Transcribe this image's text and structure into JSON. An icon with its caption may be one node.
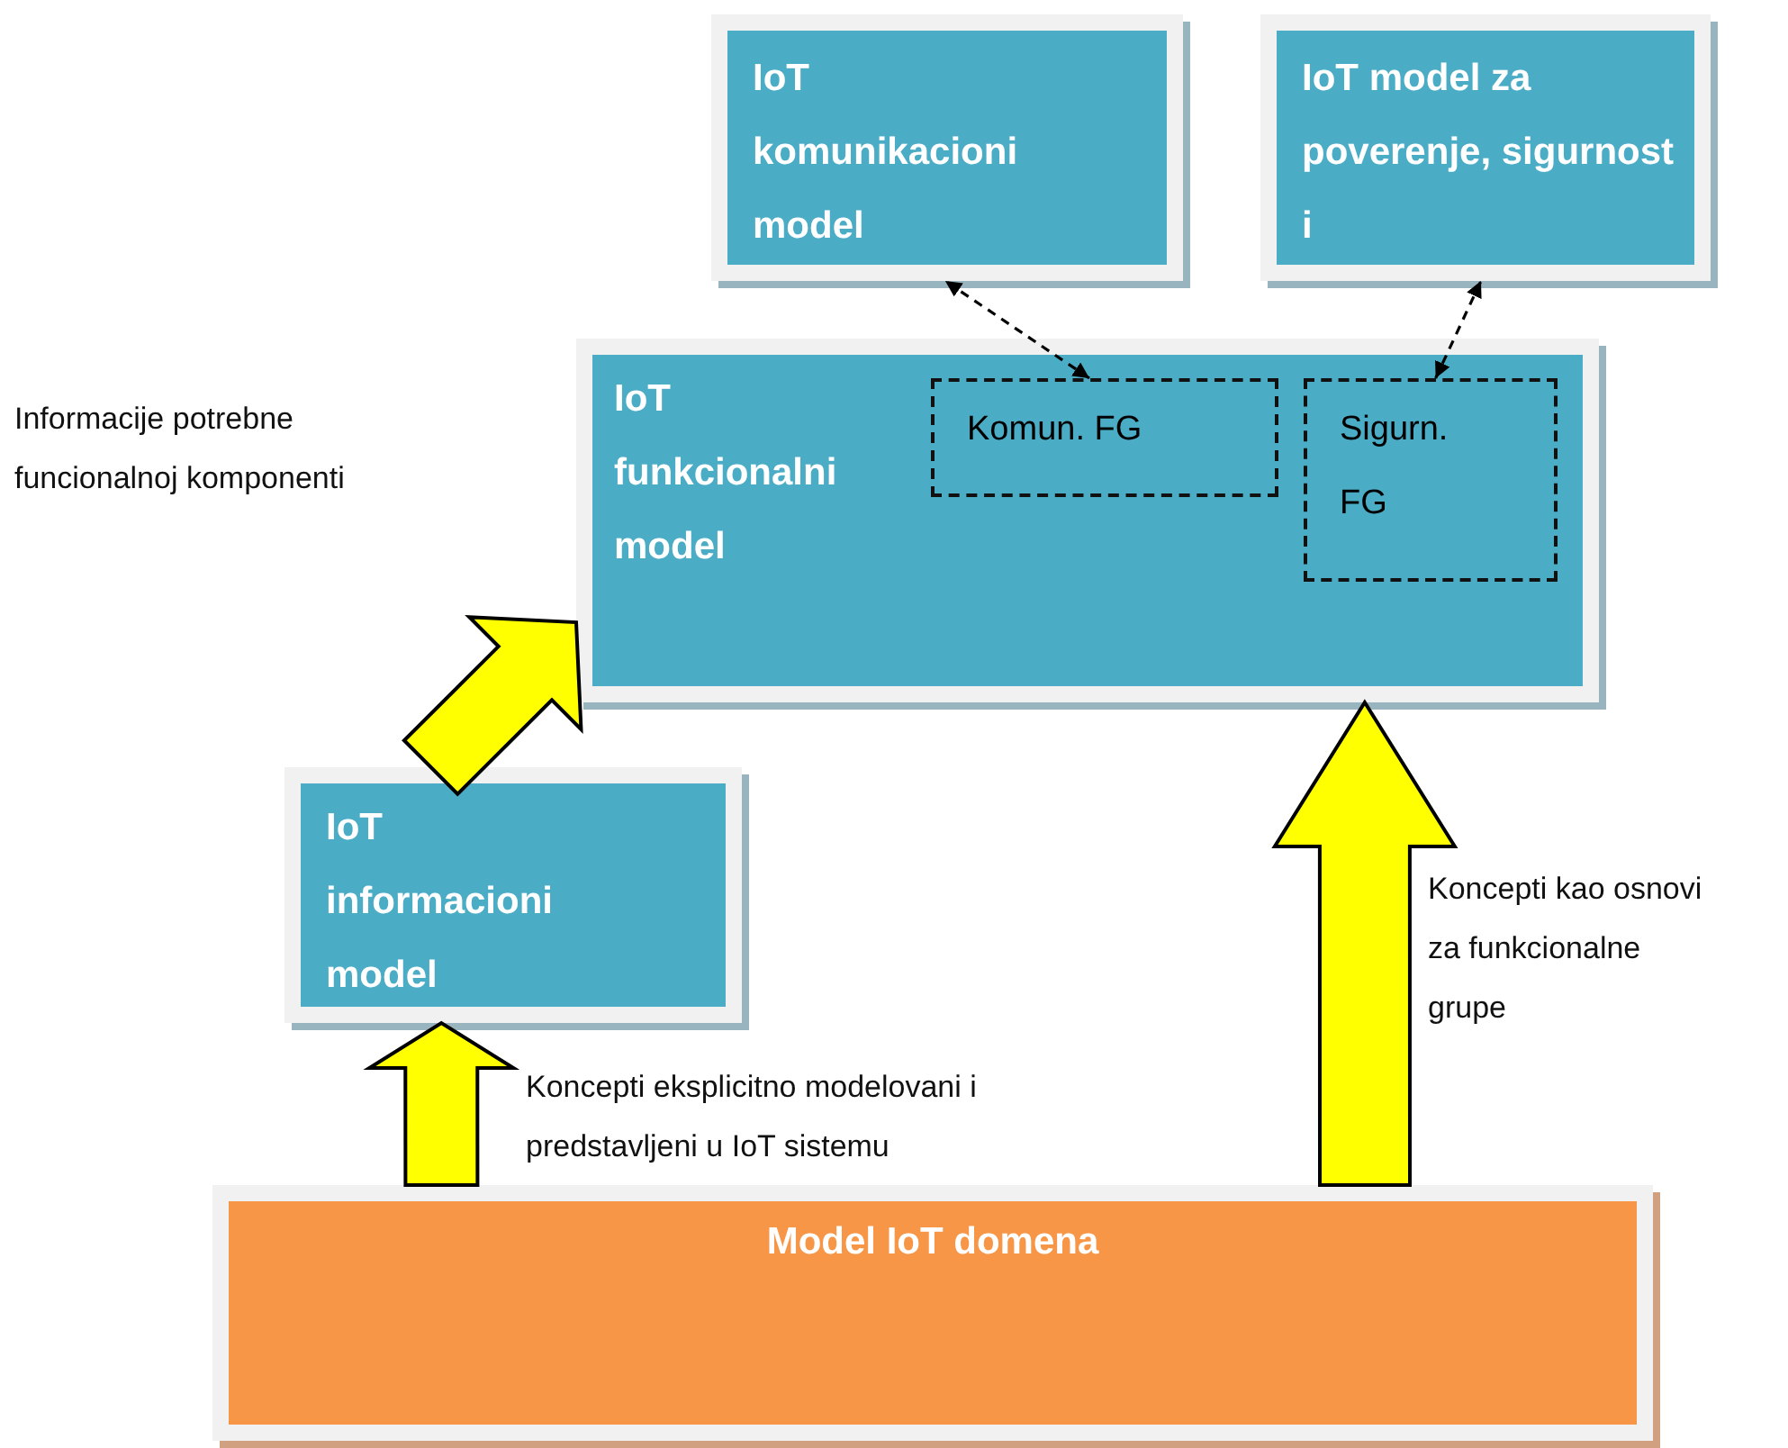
{
  "diagram": {
    "nodes": [
      {
        "text": [
          "IoT komunikacioni model"
        ]
      },
      {
        "text": [
          "IoT model za poverenje, sigurnost i"
        ]
      },
      {
        "text": [
          "IoT funkcionalni model"
        ]
      },
      {
        "text": [
          "Komun. FG"
        ],
        "in": 2
      },
      {
        "text": [
          "Sigurn. FG"
        ],
        "in": 2
      },
      {
        "text": [
          "IoT informacioni model"
        ]
      },
      {
        "text": [
          "Model IoT domena"
        ]
      }
    ],
    "edges": [
      {
        "from": 3,
        "to": 0,
        "arrow": "both",
        "style": "dashed",
        "color": "#000000"
      },
      {
        "from": 4,
        "to": 1,
        "arrow": "both",
        "style": "dashed",
        "color": "#000000"
      },
      {
        "from": 5,
        "to": 2,
        "arrow": "to",
        "style": "thick"
      },
      {
        "from": 6,
        "to": 5,
        "arrow": "to",
        "style": "thick",
        "label": "Koncepti eksplicitno modelovani i predstavljeni u IoT sistemu"
      },
      {
        "from": 6,
        "to": 2,
        "arrow": "to",
        "style": "thick",
        "label": "Koncepti kao osnovi za funkcionalne grupe"
      }
    ],
    "labels": [
      "Informacije potrebne funcionalnoj komponenti"
    ]
  }
}
